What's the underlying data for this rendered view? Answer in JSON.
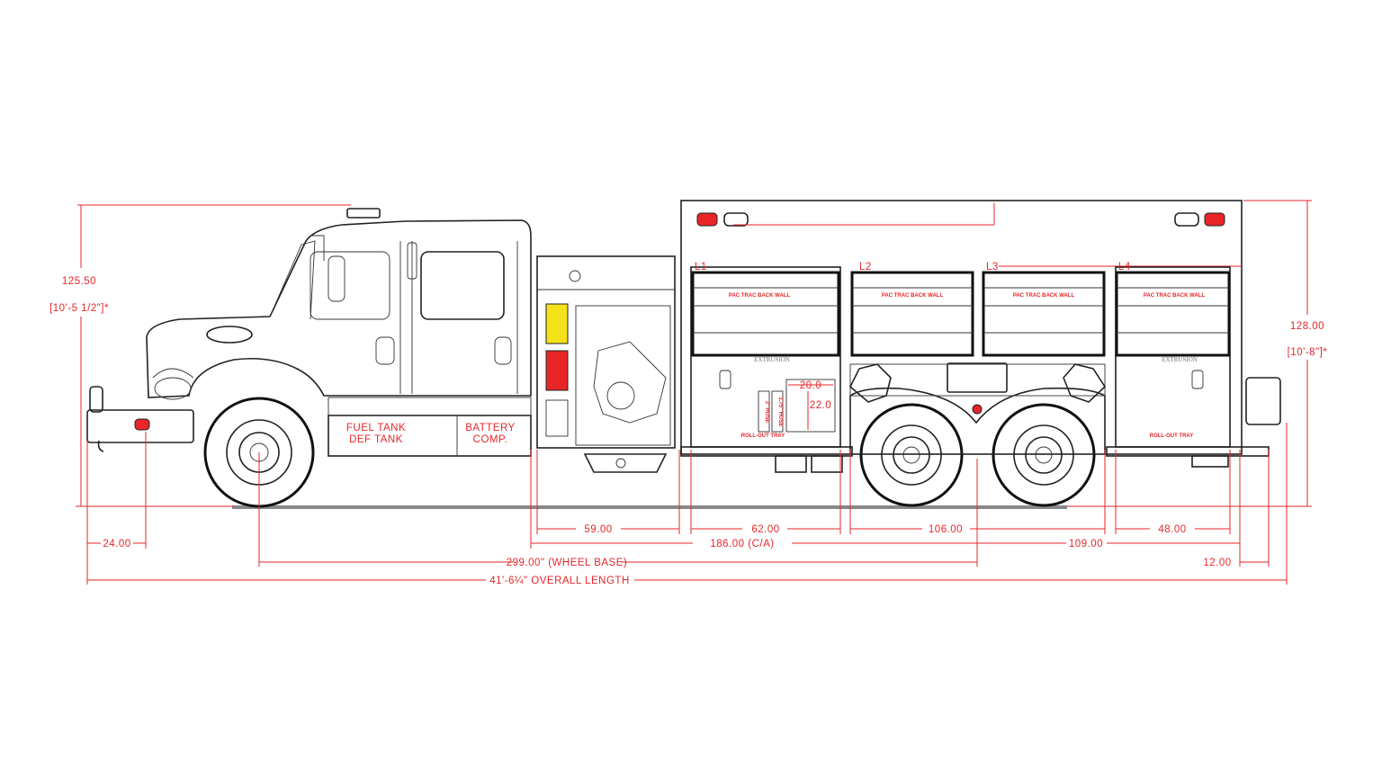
{
  "title": "Fire truck side elevation (left side)",
  "colors": {
    "dimension": "#e8262a",
    "outline": "#222222",
    "amber": "#f5e21a"
  },
  "overall_height_left": {
    "value": "125.50",
    "imperial": "[10'-5 1/2\"]*"
  },
  "overall_height_right": {
    "value": "128.00",
    "imperial": "[10'-8\"]*"
  },
  "cab_labels": {
    "fuel_1": "FUEL TANK",
    "fuel_2": "DEF TANK",
    "battery_1": "BATTERY",
    "battery_2": "COMP."
  },
  "compartments": [
    {
      "id": "L1",
      "wall": "PAC TRAC BACK WALL",
      "note": "EXTRUSION",
      "tray": "ROLL-OUT TRAY"
    },
    {
      "id": "L2",
      "wall": "PAC TRAC BACK WALL"
    },
    {
      "id": "L3",
      "wall": "PAC TRAC BACK WALL"
    },
    {
      "id": "L4",
      "wall": "PAC TRAC BACK WALL",
      "note": "EXTRUSION",
      "tray": "ROLL-OUT TRAY"
    }
  ],
  "hose_bed": {
    "hose_a": "3\" HOSE",
    "hose_b": "1.75\" HOSE",
    "width": "20.0",
    "height": "22.0"
  },
  "dimensions": {
    "d59": "59.00",
    "d62": "62.00",
    "d106": "106.00",
    "d48": "48.00",
    "d24": "24.00",
    "ca": "186.00  (C/A)",
    "d109": "109.00",
    "wheelbase": "299.00\"  (WHEEL BASE)",
    "d12": "12.00",
    "overall": "41'-6¼\"  OVERALL LENGTH"
  }
}
